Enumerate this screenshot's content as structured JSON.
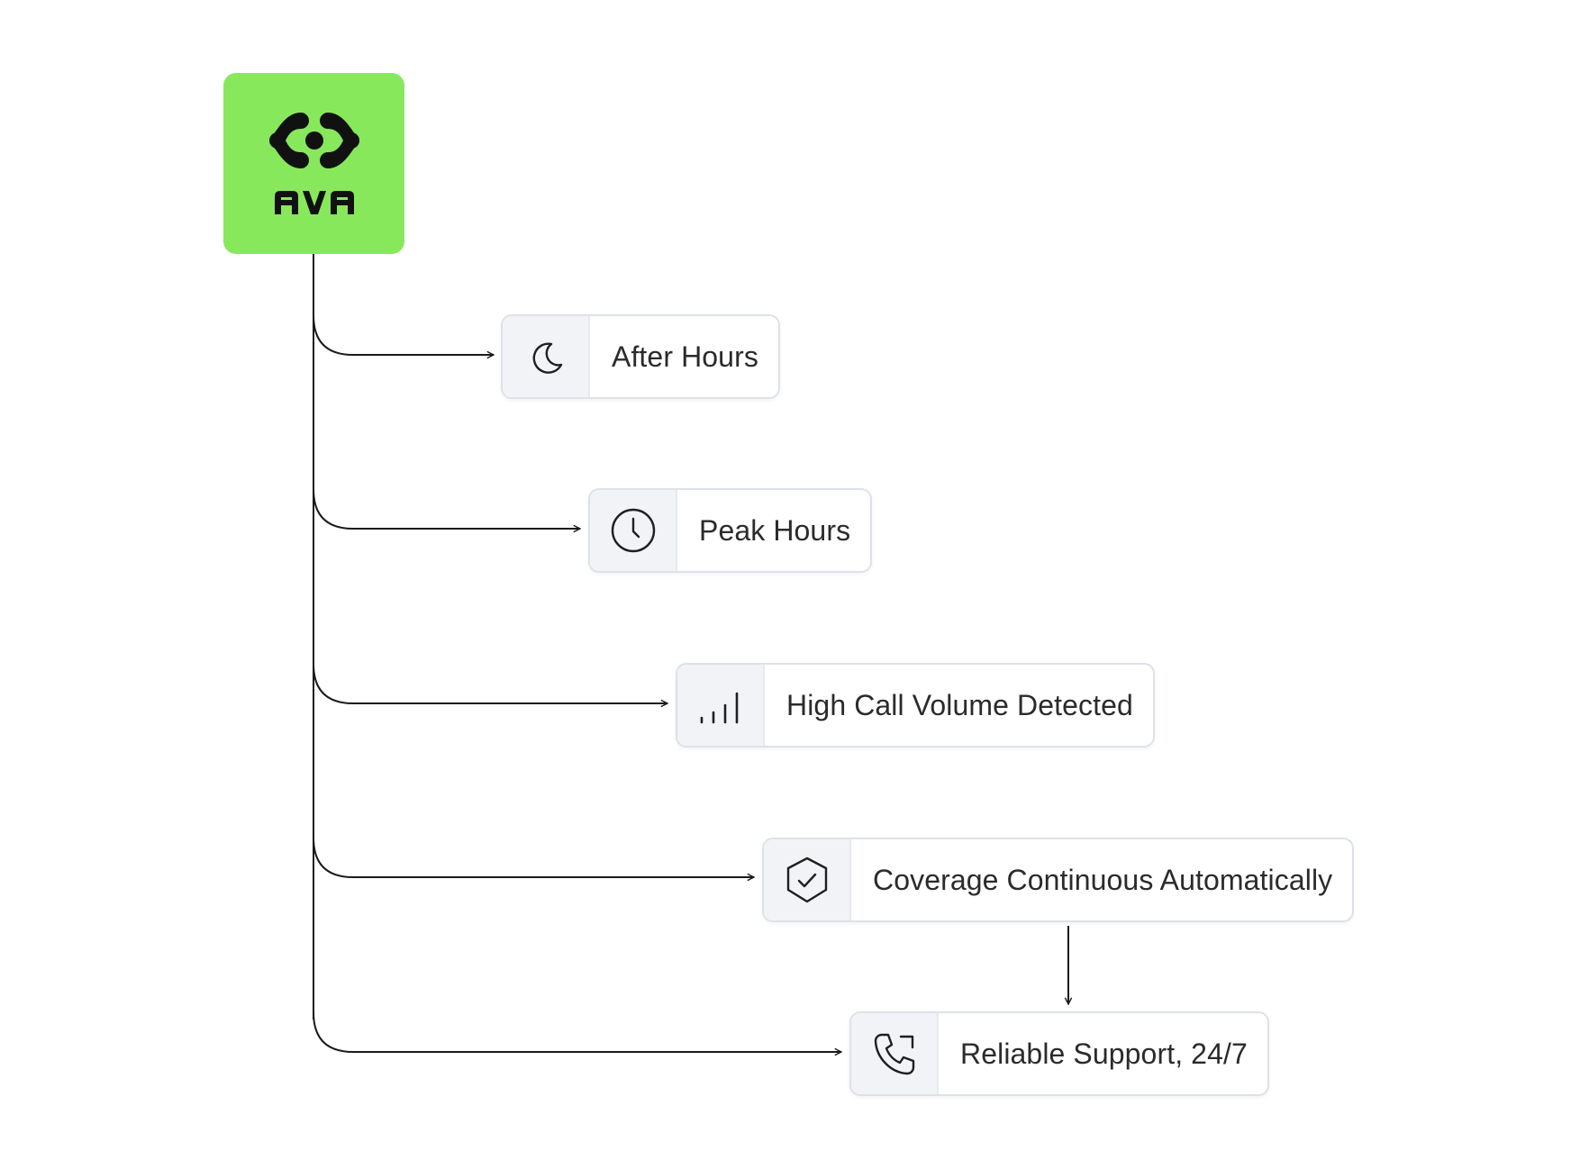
{
  "logo": {
    "wordmark": "AVA",
    "background_color": "#88e85c",
    "mark_icon": "ava-node-mark"
  },
  "colors": {
    "line": "#1a1a1a",
    "node_border": "#dde2e8",
    "icon_cell_background": "#f1f3f6",
    "label_text": "#2b2b2b"
  },
  "nodes": [
    {
      "id": "after-hours",
      "label": "After Hours",
      "icon": "moon-icon"
    },
    {
      "id": "peak-hours",
      "label": "Peak Hours",
      "icon": "clock-icon"
    },
    {
      "id": "high-call-volume",
      "label": "High Call Volume Detected",
      "icon": "signal-bars-icon"
    },
    {
      "id": "coverage-continuous",
      "label": "Coverage Continuous Automatically",
      "icon": "shield-check-icon"
    },
    {
      "id": "reliable-support",
      "label": "Reliable Support, 24/7",
      "icon": "phone-forward-icon"
    }
  ],
  "edges": [
    {
      "from": "logo",
      "to": "after-hours"
    },
    {
      "from": "logo",
      "to": "peak-hours"
    },
    {
      "from": "logo",
      "to": "high-call-volume"
    },
    {
      "from": "logo",
      "to": "coverage-continuous"
    },
    {
      "from": "logo",
      "to": "reliable-support"
    },
    {
      "from": "coverage-continuous",
      "to": "reliable-support"
    }
  ]
}
